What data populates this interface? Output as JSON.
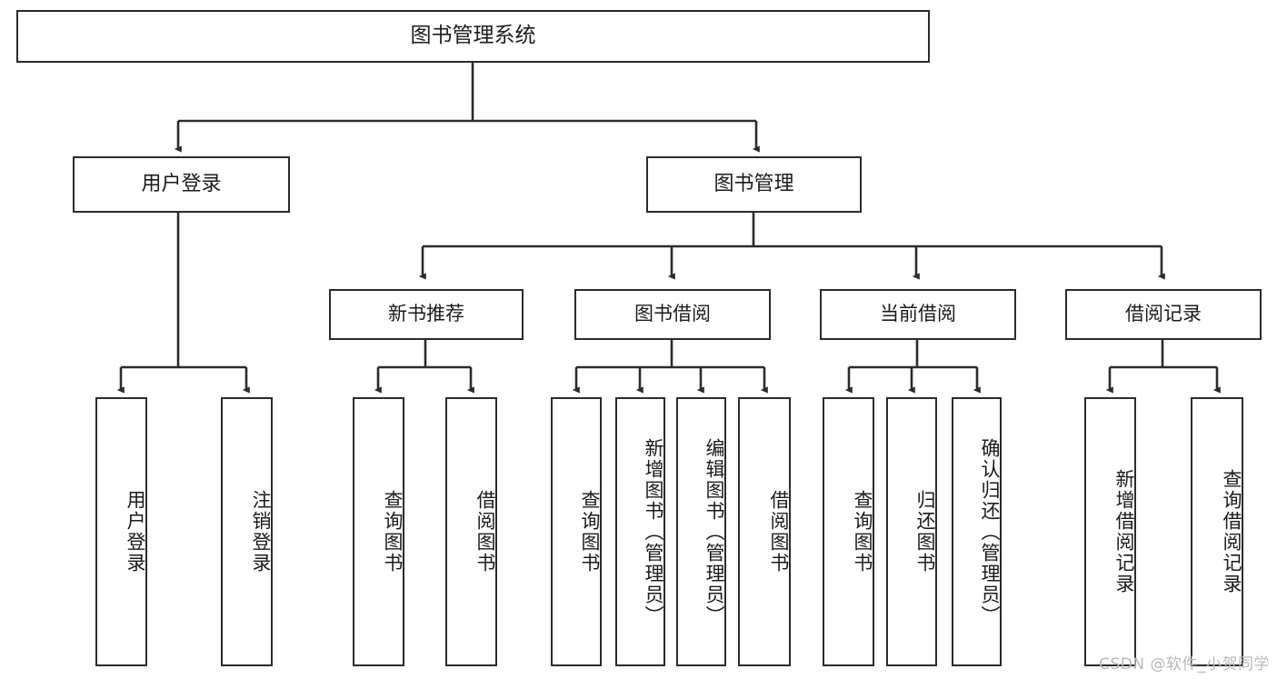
{
  "diagram": {
    "title": "图书管理系统",
    "type": "tree",
    "watermark": "CSDN @软件_小贺同学",
    "colors": {
      "stroke": "#2b2b2b",
      "fill": "#ffffff",
      "text": "#1b1b1b",
      "watermark": "#b9b9b9"
    },
    "root": {
      "label": "图书管理系统"
    },
    "level1": [
      {
        "label": "用户登录"
      },
      {
        "label": "图书管理"
      }
    ],
    "level2": [
      {
        "label": "新书推荐"
      },
      {
        "label": "图书借阅"
      },
      {
        "label": "当前借阅"
      },
      {
        "label": "借阅记录"
      }
    ],
    "leaves": {
      "user_login": [
        {
          "label": "用户登录"
        },
        {
          "label": "注销登录"
        }
      ],
      "new_book_recommend": [
        {
          "label": "查询图书"
        },
        {
          "label": "借阅图书"
        }
      ],
      "book_borrow": [
        {
          "label": "查询图书"
        },
        {
          "label": "新增图书（管理员）"
        },
        {
          "label": "编辑图书（管理员）"
        },
        {
          "label": "借阅图书"
        }
      ],
      "current_borrow": [
        {
          "label": "查询图书"
        },
        {
          "label": "归还图书"
        },
        {
          "label": "确认归还（管理员）"
        }
      ],
      "borrow_record": [
        {
          "label": "新增借阅记录"
        },
        {
          "label": "查询借阅记录"
        }
      ]
    }
  }
}
